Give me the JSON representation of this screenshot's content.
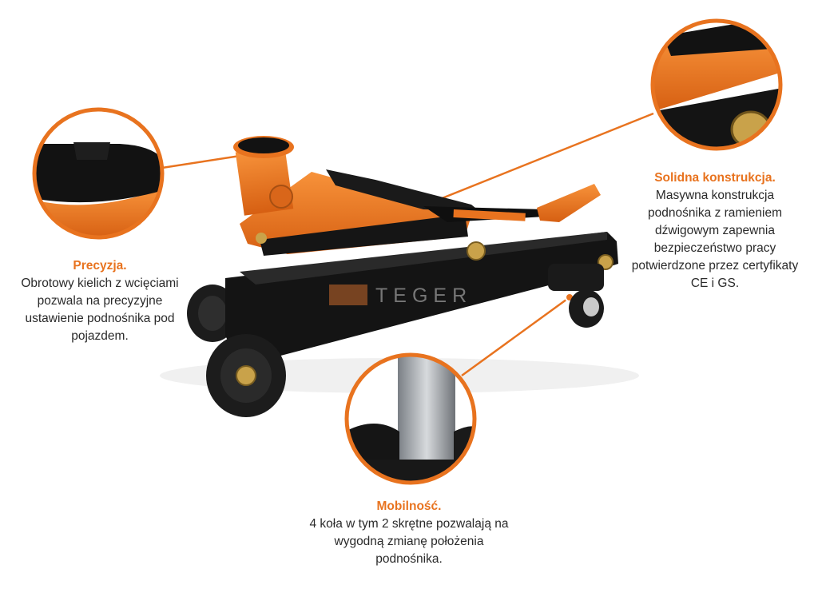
{
  "features": {
    "precision": {
      "title": "Precyzja.",
      "body": "Obrotowy kielich z wcięciami pozwala na precyzyjne ustawienie podnośnika pod pojazdem."
    },
    "solid": {
      "title": "Solidna konstrukcja.",
      "body": "Masywna konstrukcja podnośnika z ramieniem dźwigowym zapewnia bezpieczeństwo pracy potwierdzone przez certyfikaty  CE i GS."
    },
    "mobility": {
      "title": "Mobilność.",
      "body": "4 koła w tym 2 skrętne pozwalają na wygodną zmianę położenia podnośnika."
    }
  },
  "brand": {
    "logo_text": "TEGER"
  },
  "colors": {
    "accent": "#e8731f",
    "frame": "#141414",
    "wheel": "#1a1a1a"
  }
}
